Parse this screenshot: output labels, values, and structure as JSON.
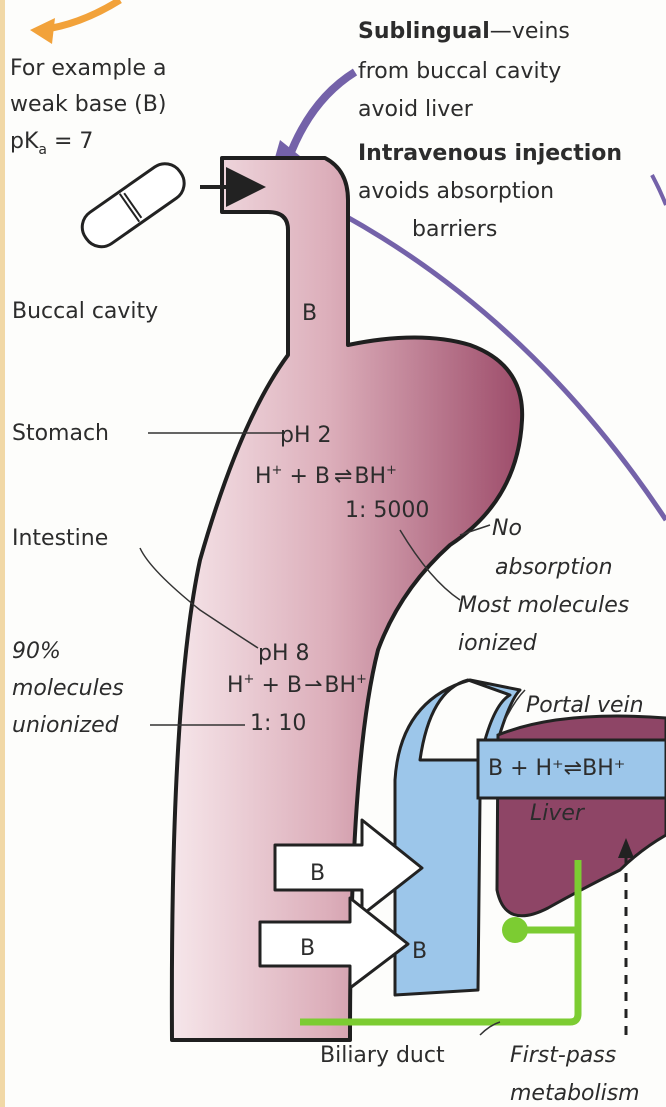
{
  "colors": {
    "gut_light": "#f3dde2",
    "gut_dark": "#9d4c6a",
    "blood": "#9cc6ea",
    "liver": "#8e4566",
    "bile": "#7ccc32",
    "arrow_purple": "#7462a9",
    "arrow_orange": "#f2a23a",
    "accent_bar": "#f1d8a6"
  },
  "example": {
    "line1": "For example a",
    "line2": "weak base (B)",
    "pka_p": "pK",
    "pka_sub": "a",
    "pka_rest": " = 7"
  },
  "sublingual": {
    "title": "Sublingual",
    "rest": "—veins",
    "line2": "from buccal cavity",
    "line3": "avoid liver"
  },
  "iv": {
    "title": "Intravenous injection",
    "line2": "avoids absorption",
    "line3": "barriers"
  },
  "labels": {
    "buccal": "Buccal cavity",
    "stomach": "Stomach",
    "intestine": "Intestine",
    "b_in_gut": "B",
    "ph_stomach": "pH 2",
    "ph_intestine": "pH 8",
    "stomach_ratio": "1: 5000",
    "intestine_ratio": "1: 10",
    "no_absorption_1": "No",
    "no_absorption_2": "absorption",
    "most_ionized_1": "Most molecules",
    "most_ionized_2": "ionized",
    "unionized_1": "90%",
    "unionized_2": "molecules",
    "unionized_3": "unionized",
    "portal_vein": "Portal vein",
    "liver": "Liver",
    "liver_eq": "B + H⁺⇌BH⁺",
    "arrow_b_top": "B",
    "arrow_b_bottom": "B",
    "b_in_vein": "B",
    "biliary": "Biliary duct",
    "first_pass_1": "First-pass",
    "first_pass_2": "metabolism"
  },
  "equations": {
    "stomach_h": "H",
    "plus_b": " + B",
    "bh": "BH",
    "intestine_h": "H",
    "sup_plus": "+"
  }
}
